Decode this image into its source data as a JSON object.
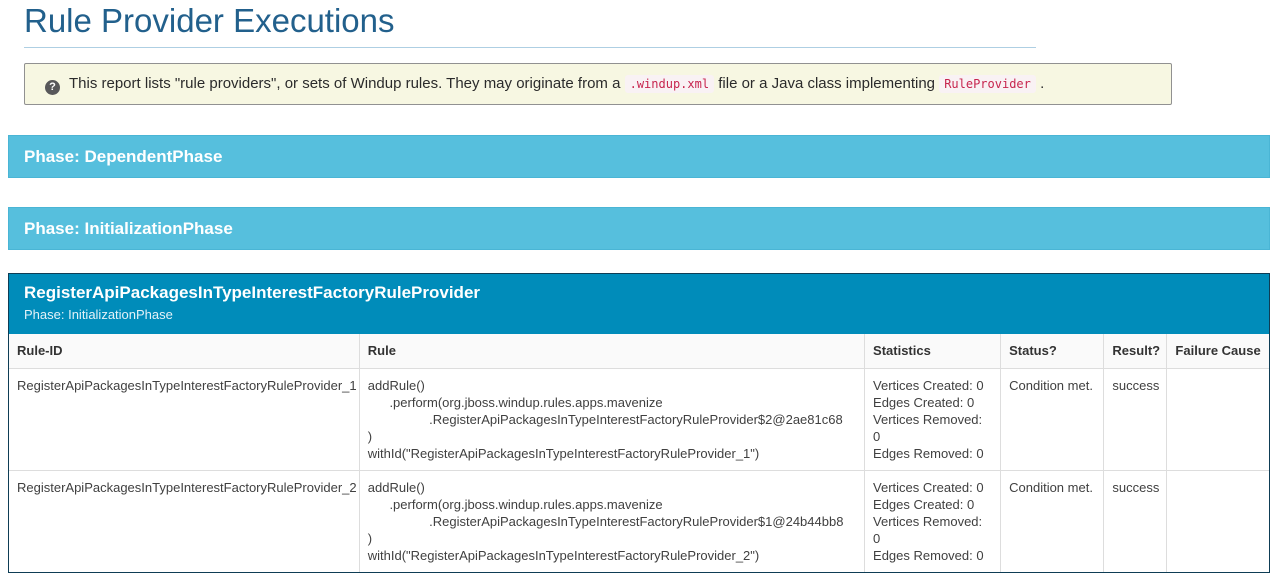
{
  "page": {
    "title": "Rule Provider Executions"
  },
  "info": {
    "icon": "question-icon",
    "text_before": "This report lists \"rule providers\", or sets of Windup rules. They may originate from a",
    "code1": ".windup.xml",
    "text_middle": "file or a Java class implementing",
    "code2": "RuleProvider",
    "text_after": "."
  },
  "phases": [
    {
      "label": "Phase: DependentPhase"
    },
    {
      "label": "Phase: InitializationPhase"
    }
  ],
  "provider_panel": {
    "title": "RegisterApiPackagesInTypeInterestFactoryRuleProvider",
    "subtitle": "Phase: InitializationPhase",
    "table": {
      "headers": [
        "Rule-ID",
        "Rule",
        "Statistics",
        "Status?",
        "Result?",
        "Failure Cause"
      ],
      "rows": [
        {
          "rule_id": "RegisterApiPackagesInTypeInterestFactoryRuleProvider_1",
          "rule": "addRule()\n      .perform(org.jboss.windup.rules.apps.mavenize\n                 .RegisterApiPackagesInTypeInterestFactoryRuleProvider$2@2ae81c68\n)\nwithId(\"RegisterApiPackagesInTypeInterestFactoryRuleProvider_1\")",
          "statistics": [
            "Vertices Created: 0",
            "Edges Created: 0",
            "Vertices Removed: 0",
            "Edges Removed: 0"
          ],
          "status": "Condition met.",
          "result": "success",
          "failure_cause": ""
        },
        {
          "rule_id": "RegisterApiPackagesInTypeInterestFactoryRuleProvider_2",
          "rule": "addRule()\n      .perform(org.jboss.windup.rules.apps.mavenize\n                 .RegisterApiPackagesInTypeInterestFactoryRuleProvider$1@24b44bb8\n)\nwithId(\"RegisterApiPackagesInTypeInterestFactoryRuleProvider_2\")",
          "statistics": [
            "Vertices Created: 0",
            "Edges Created: 0",
            "Vertices Removed: 0",
            "Edges Removed: 0"
          ],
          "status": "Condition met.",
          "result": "success",
          "failure_cause": ""
        }
      ]
    }
  },
  "colors": {
    "title": "#22608c",
    "title_underline": "#aecfe3",
    "info_bg": "#f7f7e2",
    "info_border": "#919191",
    "code_text": "#c7254e",
    "code_bg": "#f9f2f4",
    "phase_bar_bg": "#56bfdd",
    "panel_heading_bg": "#008cba",
    "panel_border": "#0e3d55",
    "table_border": "#dddddd",
    "text": "#404040"
  }
}
